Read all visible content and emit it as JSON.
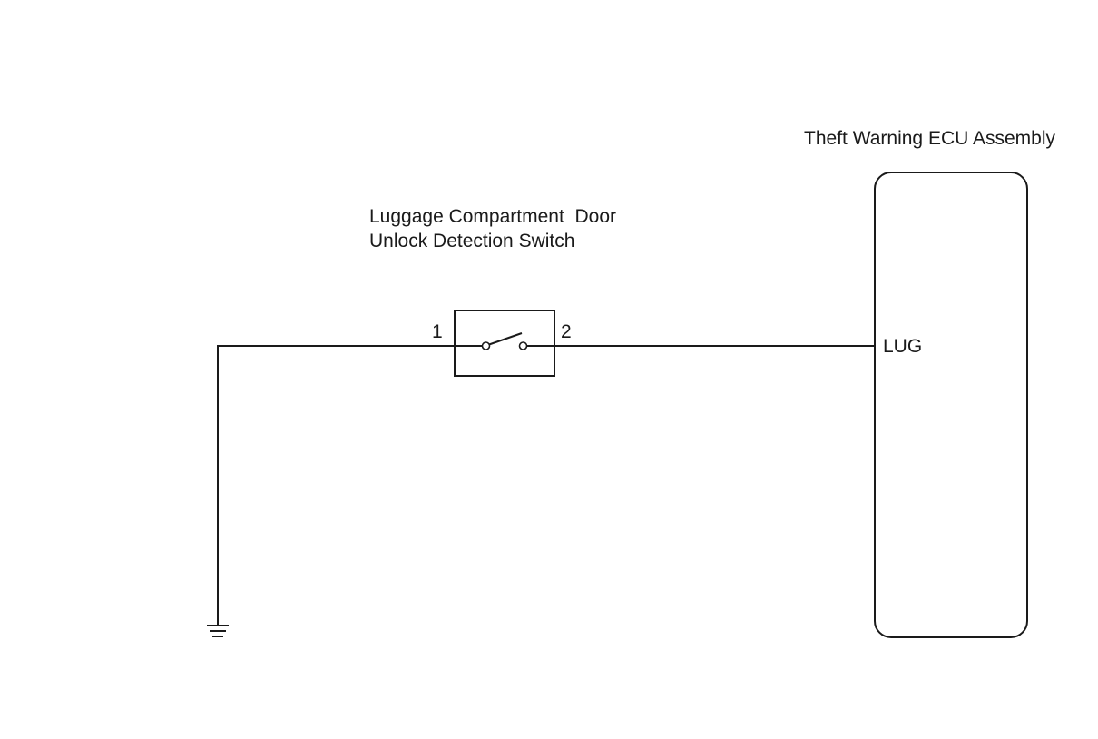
{
  "ecu": {
    "name": "Theft Warning ECU Assembly",
    "terminal": "LUG"
  },
  "switch": {
    "name_line1": "Luggage Compartment  Door",
    "name_line2": "Unlock Detection Switch",
    "pin_left": "1",
    "pin_right": "2"
  }
}
